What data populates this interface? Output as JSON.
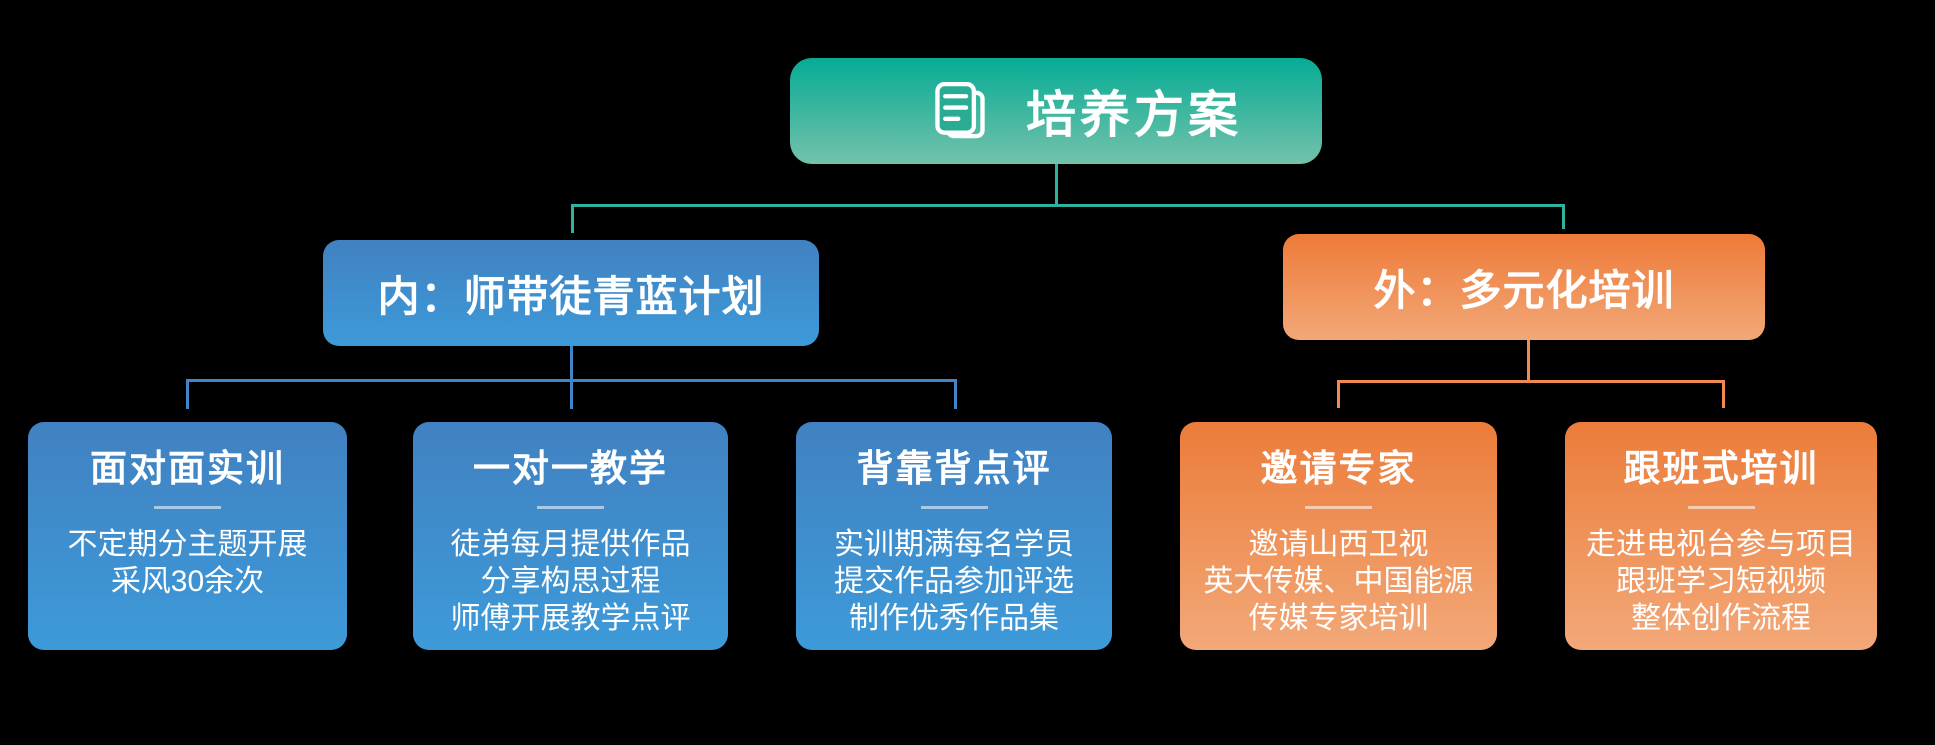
{
  "root": {
    "title": "培养方案",
    "icon": "document-pages-icon"
  },
  "branches": [
    {
      "id": "internal",
      "title": "内：师带徒青蓝计划",
      "children": [
        {
          "title": "面对面实训",
          "lines": [
            "不定期分主题开展",
            "采风30余次"
          ]
        },
        {
          "title": "一对一教学",
          "lines": [
            "徒弟每月提供作品",
            "分享构思过程",
            "师傅开展教学点评"
          ]
        },
        {
          "title": "背靠背点评",
          "lines": [
            "实训期满每名学员",
            "提交作品参加评选",
            "制作优秀作品集"
          ]
        }
      ]
    },
    {
      "id": "external",
      "title": "外：多元化培训",
      "children": [
        {
          "title": "邀请专家",
          "lines": [
            "邀请山西卫视",
            "英大传媒、中国能源",
            "传媒专家培训"
          ]
        },
        {
          "title": "跟班式培训",
          "lines": [
            "走进电视台参与项目",
            "跟班学习短视频",
            "整体创作流程"
          ]
        }
      ]
    }
  ],
  "colors": {
    "background": "#000000",
    "root_gradient_top": "#06ab94",
    "root_gradient_bottom": "#74c2ab",
    "blue_gradient_top": "#4181c1",
    "blue_gradient_bottom": "#3d9ad9",
    "orange_gradient_top": "#ee7a38",
    "orange_gradient_bottom": "#f2a878",
    "root_connector": "#2fb2a0",
    "blue_connector": "#3f86c6",
    "orange_connector": "#ef8a50",
    "text": "#ffffff"
  }
}
